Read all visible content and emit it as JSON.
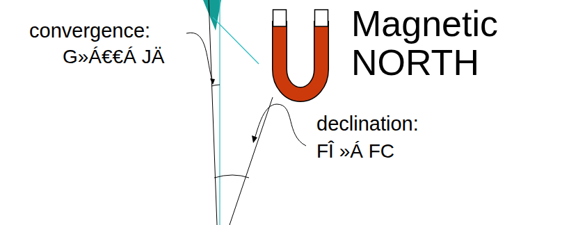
{
  "diagram": {
    "labels": [
      "convergence:",
      "G»Á€€Á JÄ",
      "Magnetic NORTH",
      "declination:",
      "FÎ »Á FC"
    ]
  }
}
